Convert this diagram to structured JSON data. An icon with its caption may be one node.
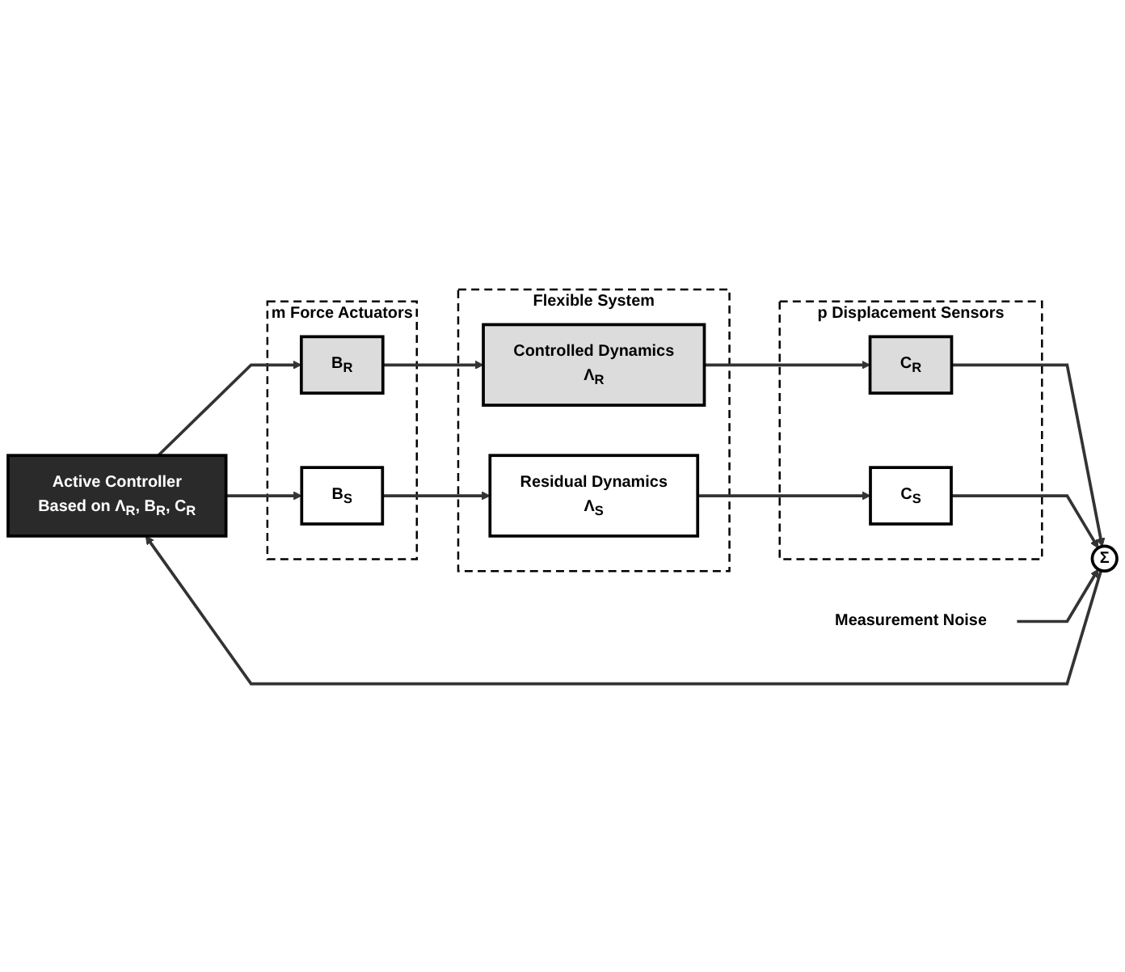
{
  "diagram": {
    "nodes": [
      {
        "text": [
          "m Force Actuators"
        ]
      },
      {
        "text": [
          "B$_{R}$"
        ],
        "in": 0
      },
      {
        "text": [
          "B$_{S}$"
        ],
        "in": 0
      },
      {
        "text": [
          "Flexible System"
        ]
      },
      {
        "text": [
          "Controlled Dynamics",
          "Λ$_{R}$"
        ],
        "in": 3
      },
      {
        "text": [
          "Residual Dynamics",
          "Λ$_{S}$"
        ],
        "in": 3
      },
      {
        "text": [
          "p Displacement Sensors"
        ]
      },
      {
        "text": [
          "C$_{R}$"
        ],
        "in": 6
      },
      {
        "text": [
          "C$_{S}$"
        ],
        "in": 6
      },
      {
        "text": [
          "Active Controller",
          "Based on Λ$_{R}$, B$_{R}$, C$_{R}$"
        ]
      },
      {
        "text": [
          "Σ"
        ]
      },
      {
        "text": [
          "Measurement Noise"
        ]
      }
    ],
    "edges": [
      {
        "from": 1,
        "to": 4,
        "arrow": "to"
      },
      {
        "from": 2,
        "to": 5,
        "arrow": "to"
      },
      {
        "from": 4,
        "to": 7,
        "arrow": "to"
      },
      {
        "from": 5,
        "to": 8,
        "arrow": "to"
      },
      {
        "from": 7,
        "to": 10,
        "arrow": "to"
      },
      {
        "from": 8,
        "to": 10,
        "arrow": "to"
      },
      {
        "from": 11,
        "to": 10,
        "arrow": "to"
      },
      {
        "from": 10,
        "to": 9,
        "arrow": "to"
      },
      {
        "from": 9,
        "to": 1,
        "arrow": "to"
      },
      {
        "from": 9,
        "to": 2,
        "arrow": "to"
      }
    ]
  }
}
